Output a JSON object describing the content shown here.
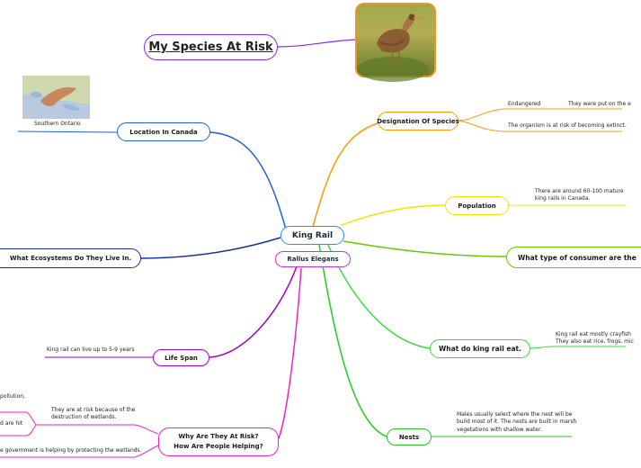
{
  "title": "My Species At Risk",
  "center": {
    "label": "King Rail",
    "subtitle": "Rallus Elegans"
  },
  "branches": {
    "designation": {
      "label": "Designation Of Species",
      "status": "Endangered",
      "reason": "They were put on the e",
      "risk": "The organism is at risk of becoming extinct."
    },
    "population": {
      "label": "Population",
      "detail_line1": "There are around 60-100 mature",
      "detail_line2": "king rails in Canada."
    },
    "consumer": {
      "label": "What type of consumer are the"
    },
    "diet": {
      "label": "What do king rail eat.",
      "detail_line1": "King rail eat mostly crayfish",
      "detail_line2": "They also eat rice, frogs, mic"
    },
    "nests": {
      "label": "Nests",
      "detail_line1": "Males usually select where the nest will be",
      "detail_line2": "build most of it. The nests are built in marsh",
      "detail_line3": "vegetations with shallow water."
    },
    "location": {
      "label": "Location In Canada",
      "map_caption": "Southern Ontario"
    },
    "ecosystems": {
      "label": "What Ecosystems Do They Live In."
    },
    "lifespan": {
      "label": "Life Span",
      "detail": "King rail can live up to 5-9 years"
    },
    "risk": {
      "label_line1": "Why Are They At Risk?",
      "label_line2": "How Are People Helping?",
      "frag1": "pollution,",
      "frag2": "d are hit",
      "wetlands_line1": "They are at risk because of the",
      "wetlands_line2": "destruction of wetlands.",
      "helping": "e government is helping by protecting the wetlands."
    }
  },
  "colors": {
    "title_border": "#8a2be2",
    "center_border": "#1e90ff",
    "subtitle_border": "#cc33cc",
    "designation": "#ff9900",
    "population": "#e8e800",
    "consumer": "#66cc00",
    "diet": "#33dd33",
    "nests": "#22cc22",
    "location": "#1e5fe0",
    "ecosystems": "#1a2ea0",
    "lifespan": "#9900cc",
    "risk": "#ee22cc",
    "photo_border": "#e89a20"
  }
}
